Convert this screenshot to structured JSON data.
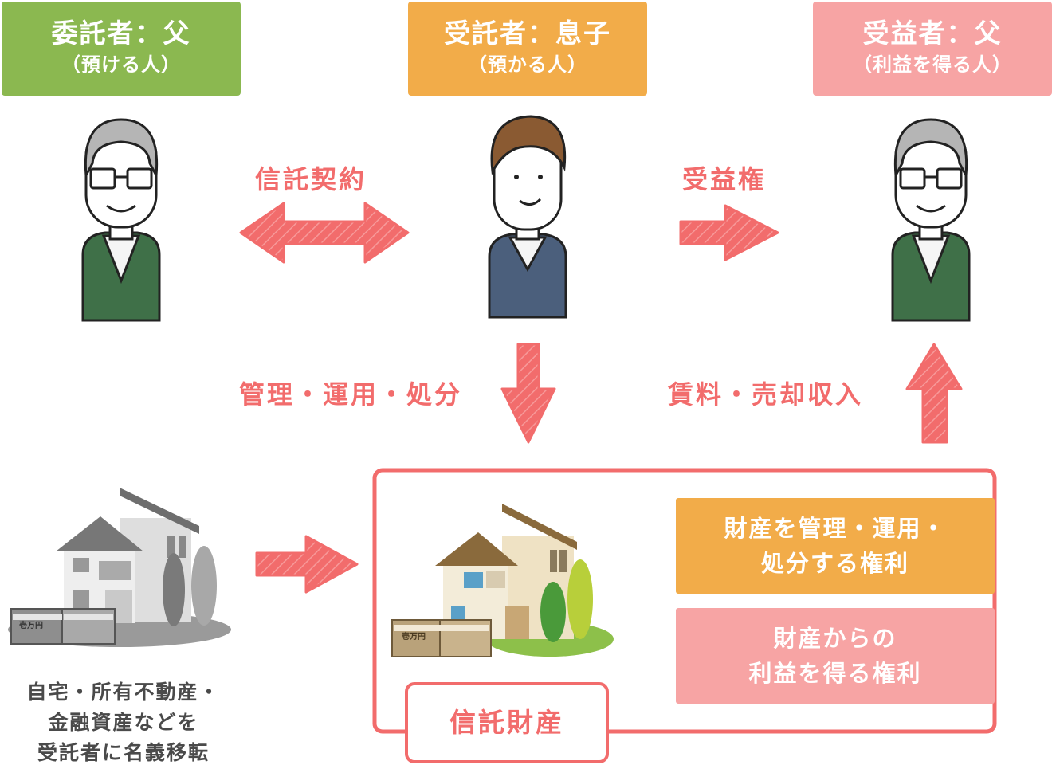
{
  "roles": {
    "settlor": {
      "title": "委託者：父",
      "sub": "（預ける人）",
      "color": "#8bb850"
    },
    "trustee": {
      "title": "受託者：息子",
      "sub": "（預かる人）",
      "color": "#f2ac49"
    },
    "beneficiary": {
      "title": "受益者：父",
      "sub": "（利益を得る人）",
      "color": "#f7a4a4"
    }
  },
  "arrows": {
    "contract": "信託契約",
    "beneficial_right": "受益権",
    "manage": "管理・運用・処分",
    "income": "賃料・売却収入"
  },
  "rights": {
    "manage_line1": "財産を管理・運用・",
    "manage_line2": "処分する権利",
    "profit_line1": "財産からの",
    "profit_line2": "利益を得る権利"
  },
  "transfer": {
    "line1": "自宅・所有不動産・",
    "line2": "金融資産などを",
    "line3": "受託者に名義移転"
  },
  "trust_property_label": "信託財産",
  "banknote_text": "壱万円",
  "colors": {
    "arrow": "#f26c6c",
    "arrow_light": "#fbd0d0",
    "manage_box": "#f2ac49",
    "profit_box": "#f7a4a4"
  }
}
